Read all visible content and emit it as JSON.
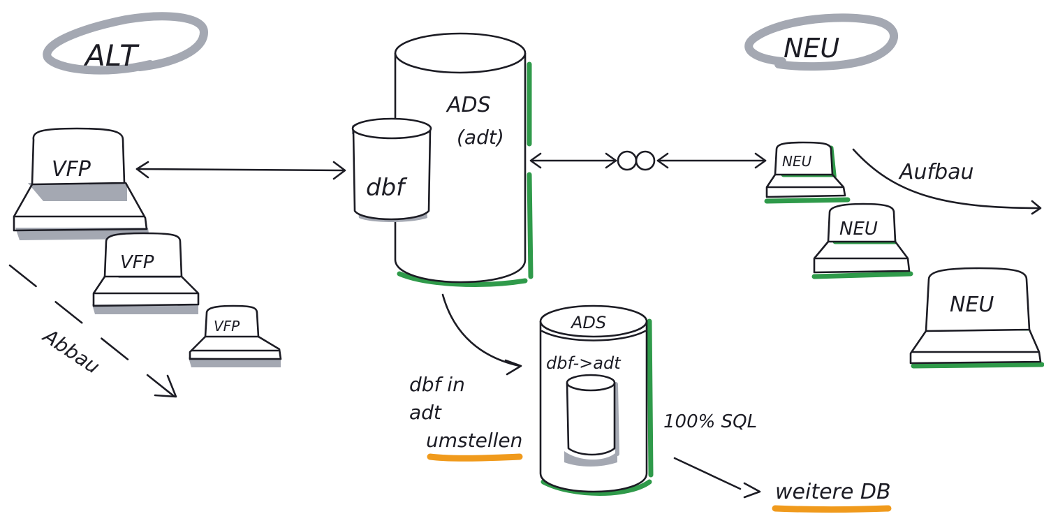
{
  "labels": {
    "alt": "ALT",
    "neu_header": "NEU",
    "vfp_1": "VFP",
    "vfp_2": "VFP",
    "vfp_3": "VFP",
    "abbau": "Abbau",
    "ads_main": "ADS",
    "adt_main": "(adt)",
    "dbf": "dbf",
    "ads_small": "ADS",
    "dbf_to_adt": "dbf->adt",
    "sql": "100% SQL",
    "dbf_in": "dbf in",
    "adt": "adt",
    "umstellen": "umstellen",
    "weitere_db": "weitere DB",
    "neu_1": "NEU",
    "neu_2": "NEU",
    "neu_3": "NEU",
    "aufbau": "Aufbau"
  },
  "colors": {
    "ink": "#1c1c24",
    "grey_marker": "#a4a8b2",
    "green_marker": "#2f9a4a",
    "orange_marker": "#f09a1c"
  }
}
